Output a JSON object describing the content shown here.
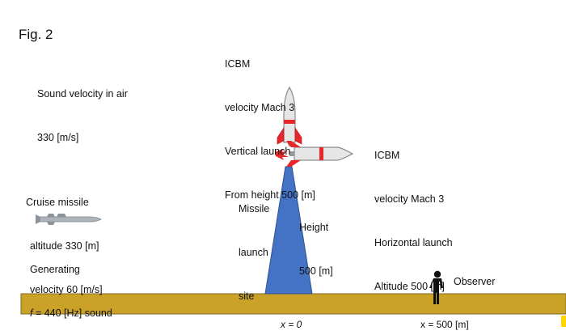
{
  "figure_label": "Fig. 2",
  "sound": {
    "line1": "Sound velocity in air",
    "line2": "330 [m/s]"
  },
  "icbm_vertical": {
    "line1": "ICBM",
    "line2": "velocity Mach 3",
    "line3": "Vertical launch",
    "line4": "From height 500 [m]"
  },
  "icbm_horizontal": {
    "line1": "ICBM",
    "line2": "velocity Mach 3",
    "line3": "Horizontal launch",
    "line4": "Altitude 500 [m]"
  },
  "cruise": {
    "line1": "Cruise missile",
    "line2": "altitude 330 [m]",
    "line3": "velocity 60 [m/s]"
  },
  "generating": {
    "line1": "Generating",
    "f_symbol": "f",
    "line2_rest": " = 440 [Hz] sound"
  },
  "launch_site": {
    "line1": "Missile",
    "line2": "launch",
    "line3": "site"
  },
  "height": {
    "line1": "Height",
    "line2": "500 [m]"
  },
  "observer_label": "Observer",
  "x0_label": "x = 0",
  "x500_label": "x = 500 [m]",
  "colors": {
    "ground": "#c9a227",
    "tower": "#4472c4",
    "rocket_red": "#e8262b",
    "rocket_body": "#d9d9d9"
  }
}
